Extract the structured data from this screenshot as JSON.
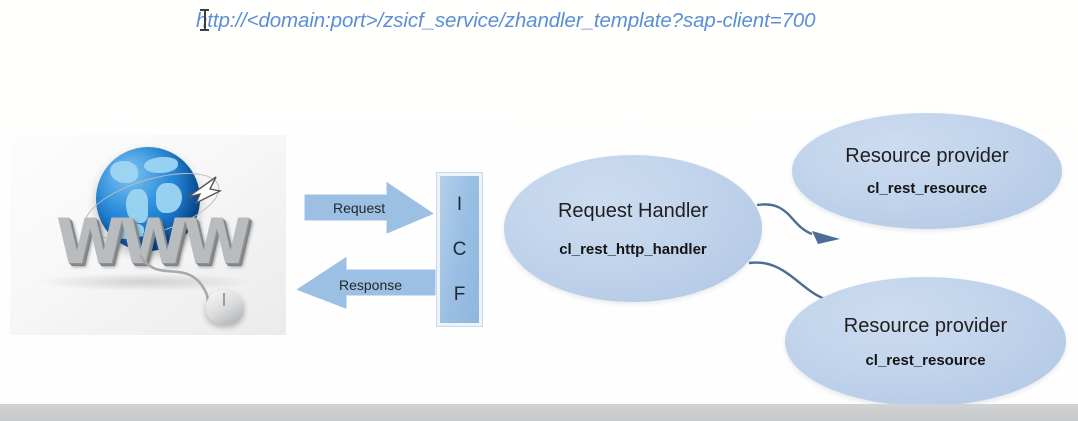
{
  "diagram": {
    "url_caption": "http://<domain:port>/zsicf_service/zhandler_template?sap-client=700",
    "client": {
      "image_alt": "www-globe-clipart",
      "word": "WWW"
    },
    "flow_arrows": [
      {
        "label": "Request",
        "direction": "right"
      },
      {
        "label": "Response",
        "direction": "left"
      }
    ],
    "icf": {
      "letters": [
        "I",
        "C",
        "F"
      ]
    },
    "nodes": [
      {
        "id": "request-handler",
        "title": "Request Handler",
        "subtitle": "cl_rest_http_handler"
      },
      {
        "id": "resource-provider-top",
        "title": "Resource provider",
        "subtitle": "cl_rest_resource"
      },
      {
        "id": "resource-provider-bottom",
        "title": "Resource provider",
        "subtitle": "cl_rest_resource"
      }
    ],
    "colors": {
      "url_text": "#5b8ed6",
      "arrow_fill": "#9cc0e4",
      "arrow_edge": "#ffffff",
      "ellipse_fill": "#c3d5ec",
      "connector": "#4a6e96",
      "icf_fill": "#9cc0e4",
      "background": "#ffffff",
      "bottom_band": "#cccdce"
    }
  }
}
